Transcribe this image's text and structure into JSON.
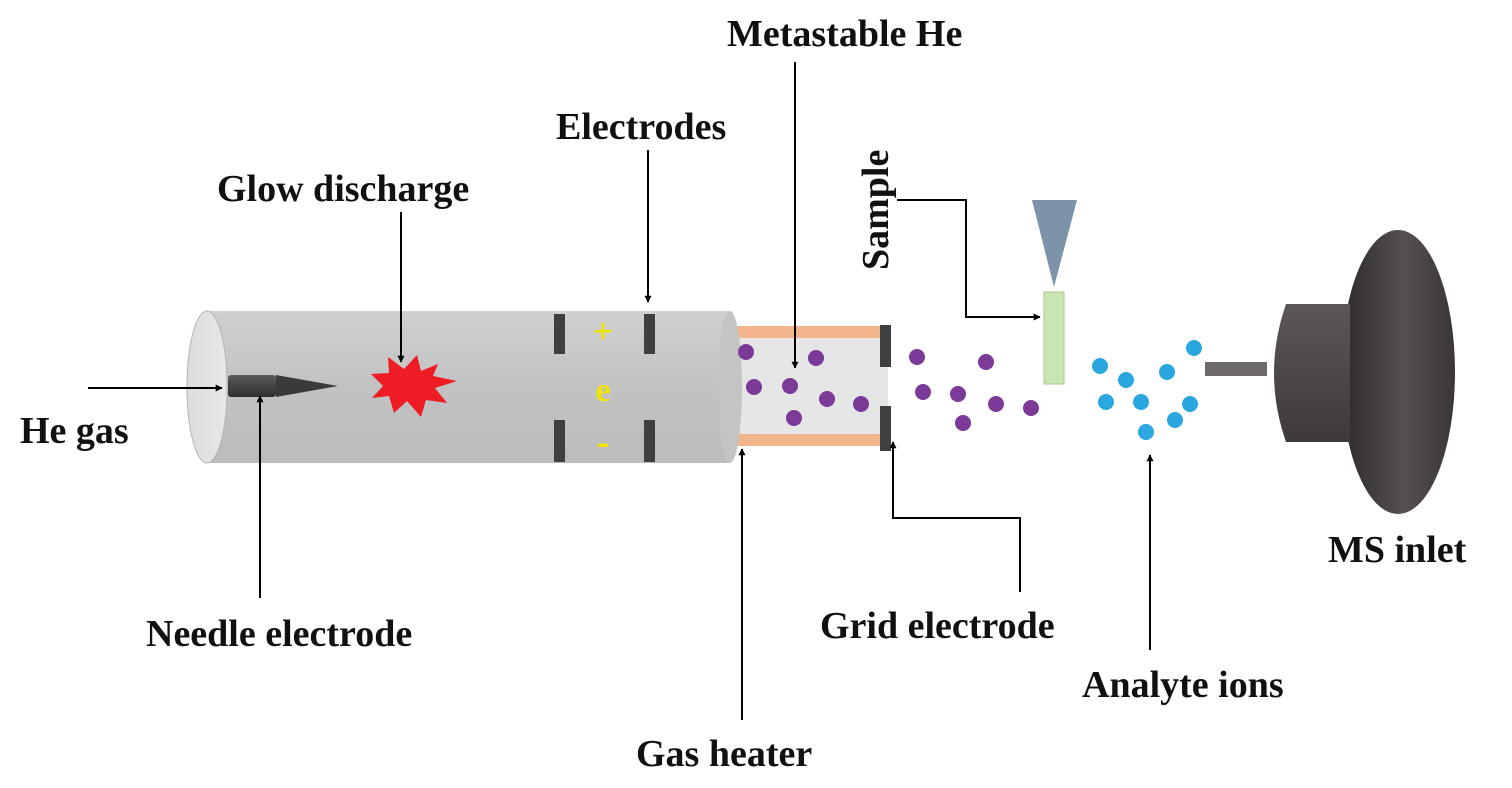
{
  "labels": {
    "metastable_he": "Metastable He",
    "electrodes": "Electrodes",
    "glow_discharge": "Glow discharge",
    "sample": "Sample",
    "he_gas": "He gas",
    "needle_electrode": "Needle electrode",
    "gas_heater": "Gas heater",
    "grid_electrode": "Grid electrode",
    "analyte_ions": "Analyte ions",
    "ms_inlet": "MS inlet"
  },
  "symbols": {
    "plus": "+",
    "electron": "e",
    "minus": "-"
  },
  "colors": {
    "metastable_particle": "#7b3a98",
    "analyte_ion": "#2aa7df",
    "glow_burst": "#ee1c24",
    "tube": "#c8c8c8",
    "heater": "#f2b48a",
    "sample_holder": "#c9e6b2",
    "sample_tip": "#7d93aa",
    "ms_inlet": "#4a4545",
    "symbol_yellow": "#f2e600"
  },
  "particle_counts": {
    "metastable_he": 14,
    "analyte_ions": 9
  }
}
